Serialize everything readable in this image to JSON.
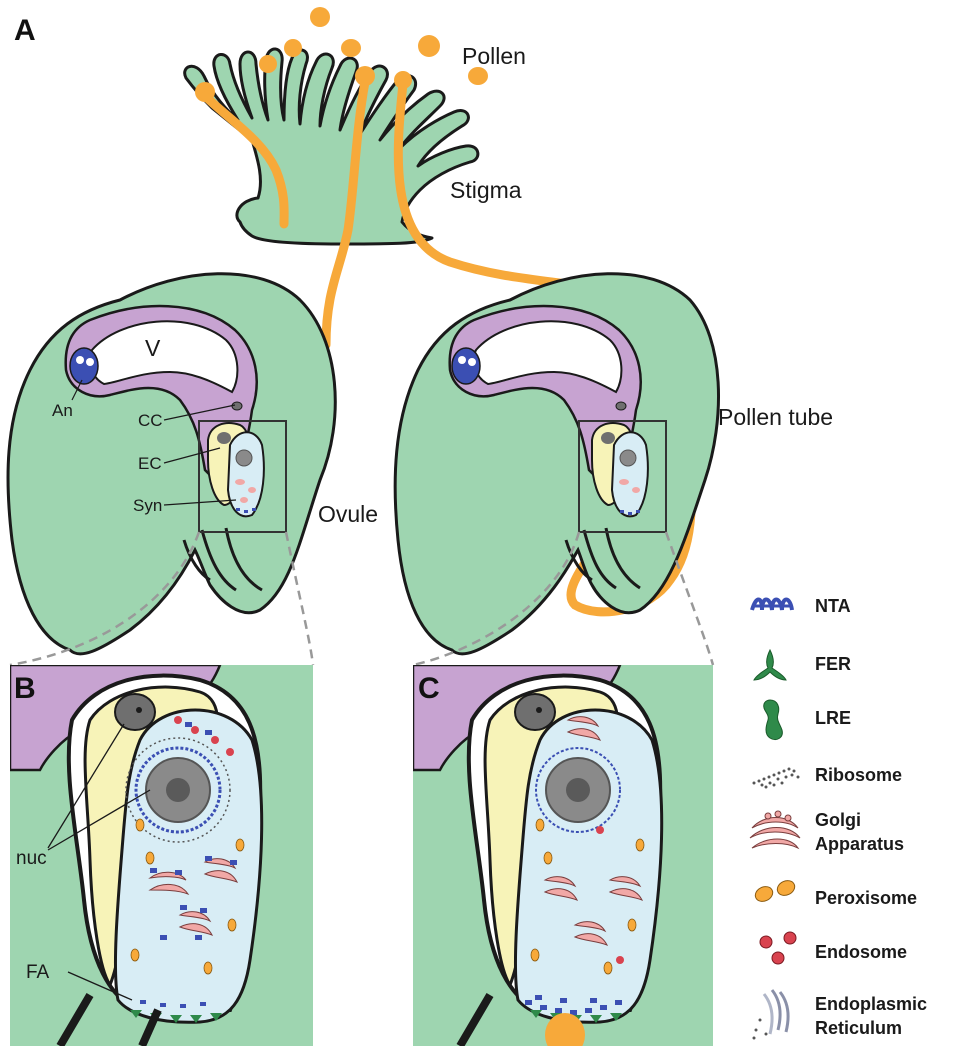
{
  "panels": {
    "a": "A",
    "b": "B",
    "c": "C"
  },
  "labels": {
    "pollen": "Pollen",
    "stigma": "Stigma",
    "pollen_tube": "Pollen tube",
    "ovule": "Ovule",
    "v": "V",
    "an": "An",
    "cc": "CC",
    "ec": "EC",
    "syn": "Syn",
    "nuc": "nuc",
    "fa": "FA"
  },
  "legend": [
    {
      "icon": "nta-icon",
      "lines": [
        "NTA"
      ]
    },
    {
      "icon": "fer-icon",
      "lines": [
        "FER"
      ]
    },
    {
      "icon": "lre-icon",
      "lines": [
        "LRE"
      ]
    },
    {
      "icon": "ribosome-icon",
      "lines": [
        "Ribosome"
      ]
    },
    {
      "icon": "golgi-icon",
      "lines": [
        "Golgi",
        "Apparatus"
      ]
    },
    {
      "icon": "peroxisome-icon",
      "lines": [
        "Peroxisome"
      ]
    },
    {
      "icon": "endosome-icon",
      "lines": [
        "Endosome"
      ]
    },
    {
      "icon": "er-icon",
      "lines": [
        "Endoplasmic",
        "Reticulum"
      ]
    }
  ],
  "colors": {
    "tissue": "#9ed5b0",
    "pollen": "#f7a93a",
    "central_cell": "#c7a3d1",
    "egg_cell": "#f7f3b8",
    "synergid": "#d8edf5",
    "nta": "#3b4fb3",
    "fer": "#2f8a4a",
    "golgi": "#f1a8a6",
    "endosome": "#d9434f",
    "er": "#8a90a8",
    "nucleus": "#6f6f6f"
  }
}
